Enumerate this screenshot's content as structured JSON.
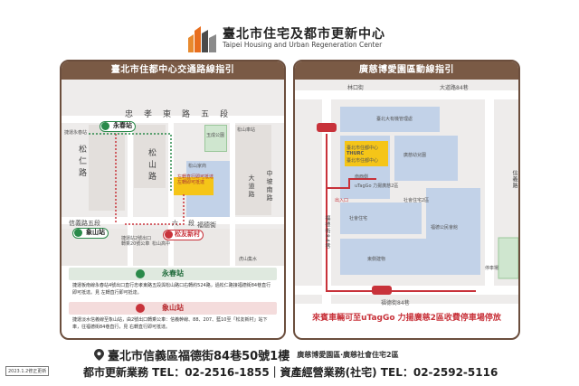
{
  "header": {
    "org_name_zh": "臺北市住宅及都市更新中心",
    "org_name_en": "Taipei Housing and Urban Regeneration Center",
    "logo_icon": "building-logo-icon"
  },
  "left_panel": {
    "title": "臺北市住都中心交通路線指引",
    "map": {
      "roads": [
        "忠",
        "孝",
        "東",
        "路",
        "五",
        "段",
        "松",
        "仁",
        "路",
        "松",
        "山",
        "路",
        "福",
        "德",
        "街",
        "信義路五段",
        "六",
        "段",
        "大",
        "道",
        "路",
        "中",
        "坡",
        "南",
        "路"
      ],
      "places": [
        "玉成公園",
        "捷運永春站",
        "松山家商",
        "虎山集水",
        "松山高中",
        "松山車站"
      ],
      "stations": [
        "永春站",
        "象山站"
      ],
      "buses": [
        "松友新村"
      ],
      "notes": [
        "左轉直行即可抵達",
        "左轉即可抵達",
        "捷運站2號出口",
        "轉乘20號公車"
      ]
    },
    "routes": [
      {
        "name": "永春站",
        "text": "捷運板南線永春站4號出口直行忠孝東路五段與松山路口右轉約524路，過松仁路接福德街84巷直行即可抵達。見 左轉直行即可抵達。"
      },
      {
        "name": "象山站",
        "text": "捷運淡水信義線至象山站，由2號出口轉乘公車：信義幹線、88、207、藍10至「松友新村」站下車，往福德街84巷直行，見 右轉直行即可抵達。"
      }
    ]
  },
  "right_panel": {
    "title": "廣慈博愛園區動線指引",
    "map": {
      "roads": [
        "林口街",
        "林口街",
        "大道路84巷",
        "福德街84巷",
        "福",
        "德",
        "街",
        "84",
        "巷",
        "信",
        "義",
        "路"
      ],
      "buildings": [
        "臺北大有機管理處",
        "臺北市住都中心",
        "THURC",
        "臺北市住都中心",
        "南西側",
        "uTagGo 力揚廣慈2區",
        "停車場",
        "廣慈幼兒園",
        "社會住宅2區",
        "社會住宅",
        "福德公民會館",
        "東側建物"
      ],
      "entrances": [
        "出入口"
      ]
    },
    "parking_note": "來賓車輛可至uTagGo 力揚廣慈2區收費停車場停放"
  },
  "footer": {
    "address": "臺北市信義區福德街84巷50號1樓",
    "address_note": "廣慈博愛園區‧廣慈社會住宅2區",
    "contact": "都市更新業務 TEL：02-2516-1855｜資產經營業務(社宅) TEL：02-2592-5116",
    "date": "2023.1.2修正更新"
  },
  "colors": {
    "panel_brown": "#7a5a45",
    "route_red": "#c8323a",
    "metro_green": "#2a8a4a",
    "building_blue": "#c2d2e8",
    "highlight_yellow": "#f5c518"
  }
}
